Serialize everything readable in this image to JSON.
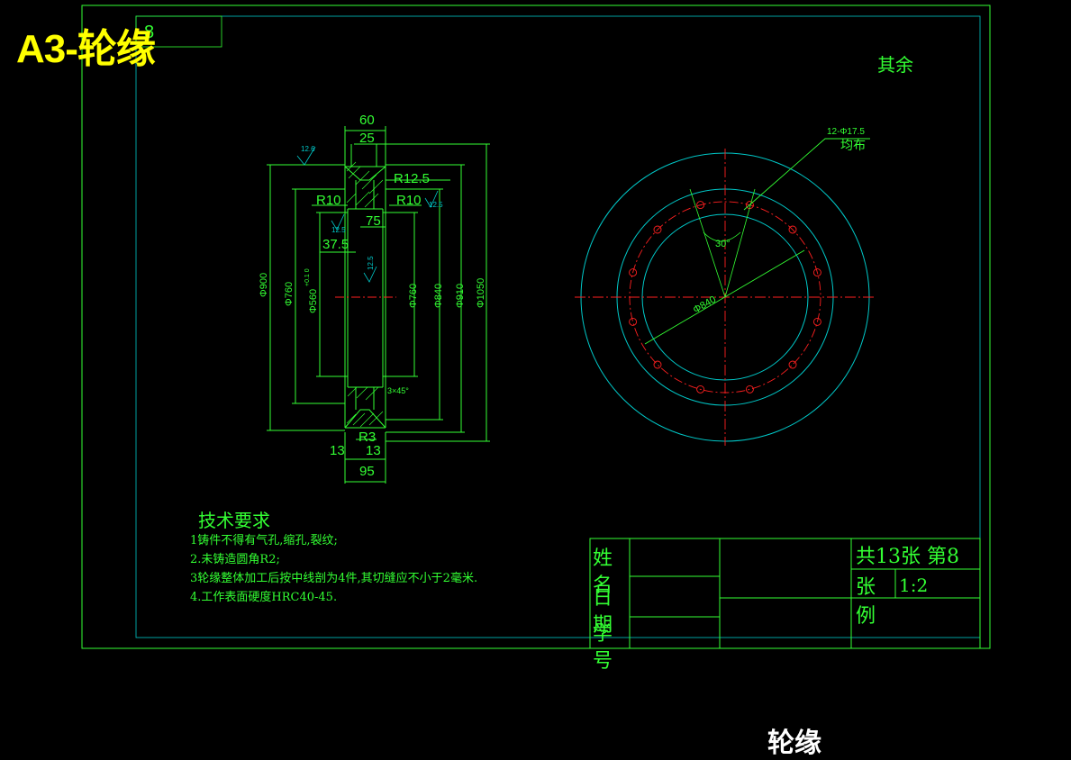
{
  "header": {
    "title": "A3-轮缘",
    "corner_note": "其余"
  },
  "tech_requirements": {
    "title": "技术要求",
    "items": [
      "1铸件不得有气孔,缩孔,裂纹;",
      "2.未铸造圆角R2;",
      "3轮缘整体加工后按中线剖为4件,其切缝应不小于2毫米.",
      "4.工作表面硬度HRC40-45."
    ]
  },
  "title_block": {
    "name_label": "姓名",
    "date_label": "日期",
    "id_label": "学号",
    "sheet_info": "共13张 第8",
    "scale_label_1": "张",
    "scale_value": "1:2",
    "scale_label_2": "例"
  },
  "drawing_title": "轮缘",
  "section_view": {
    "dims_top": [
      "60",
      "25"
    ],
    "radii": [
      "R12.5",
      "R10",
      "R10",
      "R3"
    ],
    "dims_mid": [
      "75",
      "37.5"
    ],
    "dims_bottom": [
      "13",
      "13",
      "95"
    ],
    "diameters": [
      "Φ900",
      "Φ760",
      "Φ560",
      "Φ760",
      "Φ840",
      "Φ910",
      "Φ1050"
    ],
    "tolerance": "+0.1 0",
    "roughness": [
      "12.6",
      "12.5",
      "12.5",
      "12.5"
    ],
    "chamfer": "3×45°",
    "corner_mark": "8"
  },
  "front_view": {
    "hole_note": "12-Φ17.5",
    "hole_note_2": "均布",
    "angle": "30°",
    "pcd": "Φ840"
  },
  "colors": {
    "background": "#000000",
    "line_green": "#33ff33",
    "line_cyan": "#00c8c8",
    "center_red": "#ff2020",
    "title_yellow": "#ffff00"
  }
}
